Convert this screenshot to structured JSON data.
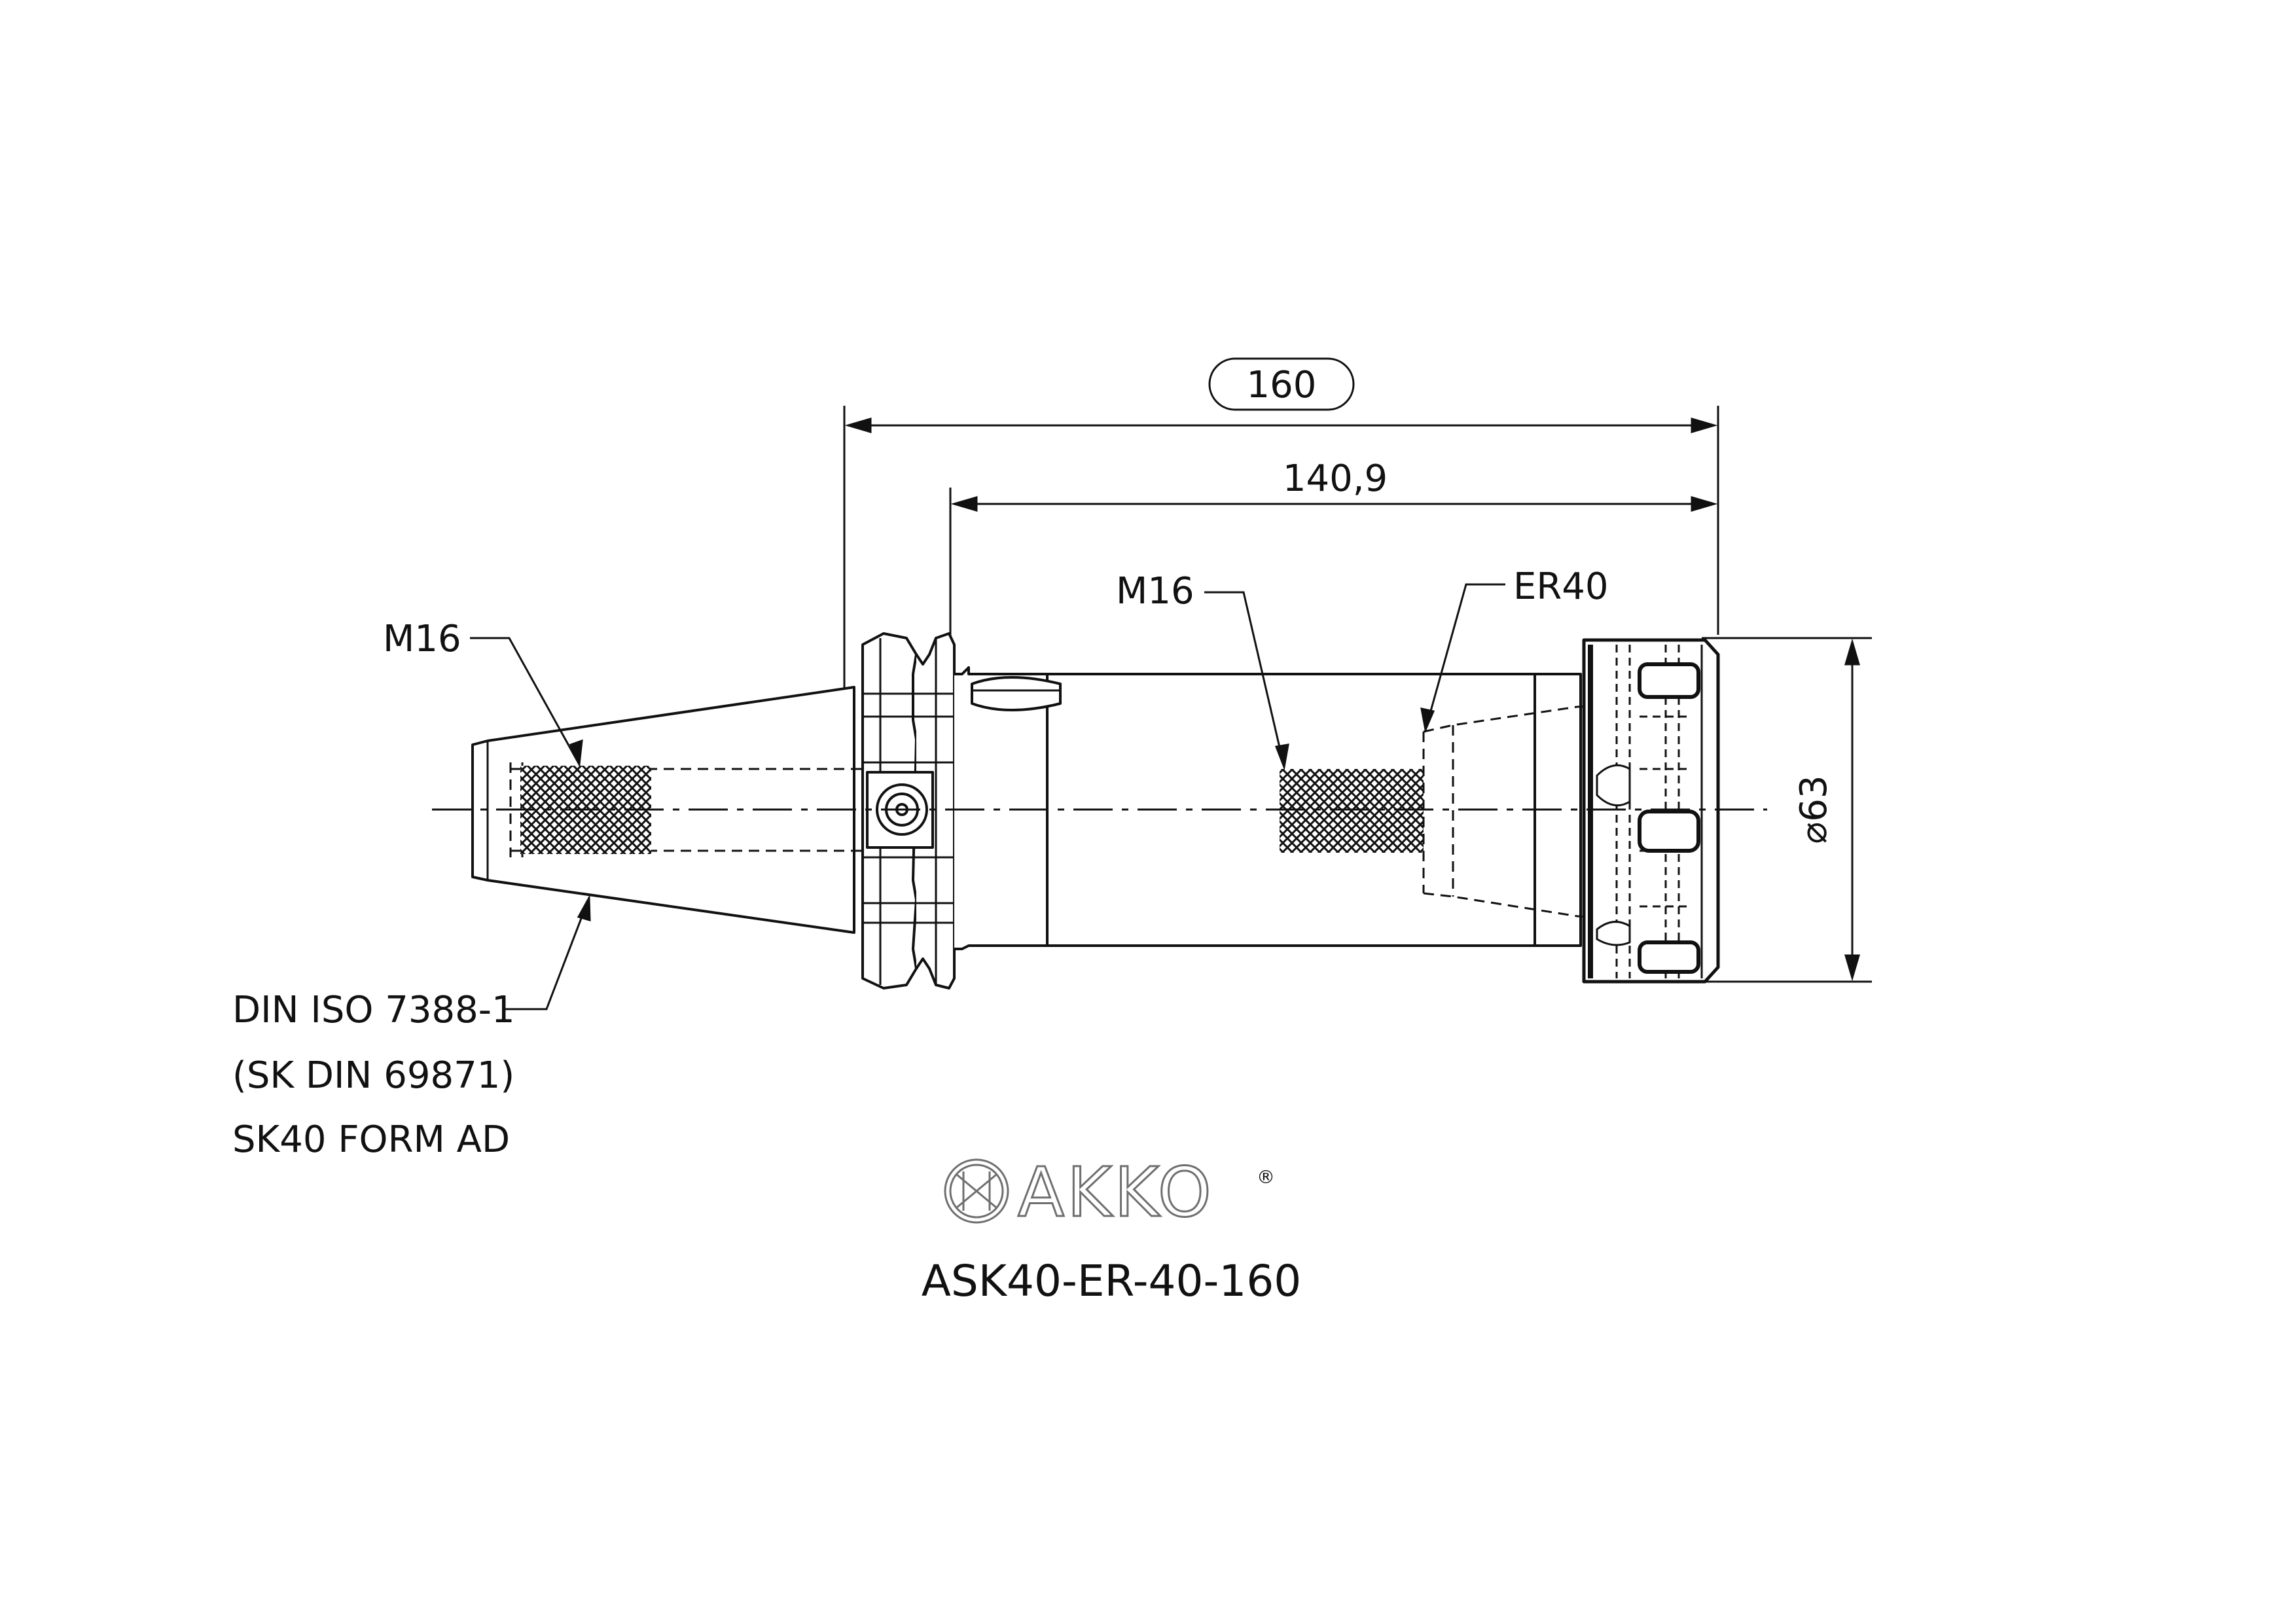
{
  "dimensions": {
    "overall_length": "160",
    "gauge_length": "140,9",
    "diameter": "⌀63"
  },
  "callouts": {
    "thread_left": "M16",
    "thread_right": "M16",
    "collet": "ER40"
  },
  "standard_notes": [
    "DIN ISO 7388-1",
    "(SK DIN 69871)",
    "SK40 FORM AD"
  ],
  "brand": {
    "name": "AKKO",
    "registered": "®",
    "icon": "akko-logo-icon"
  },
  "model_code": "ASK40-ER-40-160"
}
